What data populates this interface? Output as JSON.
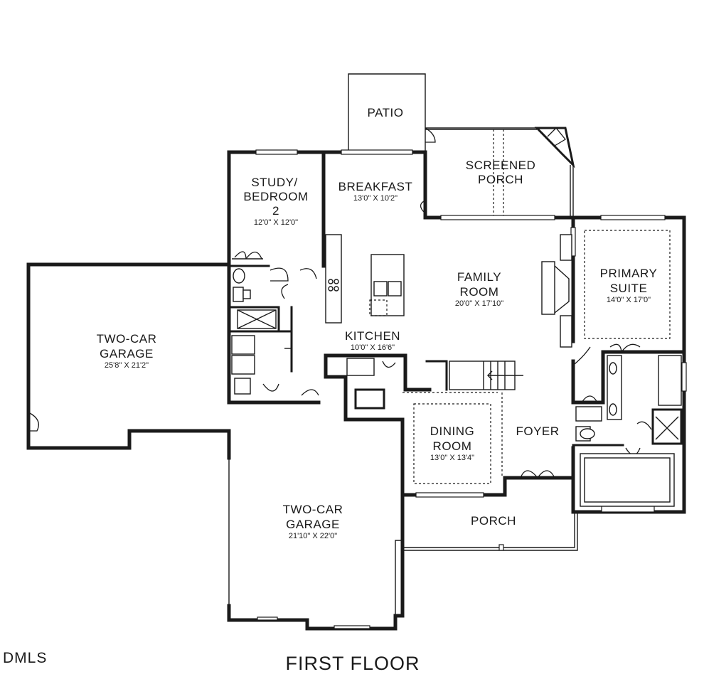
{
  "plan": {
    "caption": "FIRST FLOOR",
    "logo": "DMLS",
    "rooms": {
      "patio": {
        "name": "PATIO"
      },
      "screened_porch": {
        "name_line1": "SCREENED",
        "name_line2": "PORCH"
      },
      "study": {
        "name_line1": "STUDY/",
        "name_line2": "BEDROOM",
        "name_line3": "2",
        "dims": "12'0\" X 12'0\""
      },
      "breakfast": {
        "name": "BREAKFAST",
        "dims": "13'0\" X 10'2\""
      },
      "family_room": {
        "name_line1": "FAMILY",
        "name_line2": "ROOM",
        "dims": "20'0\" X 17'10\""
      },
      "primary_suite": {
        "name_line1": "PRIMARY",
        "name_line2": "SUITE",
        "dims": "14'0\" X 17'0\""
      },
      "kitchen": {
        "name": "KITCHEN",
        "dims": "10'0\" X 16'6\""
      },
      "garage_left": {
        "name_line1": "TWO-CAR",
        "name_line2": "GARAGE",
        "dims": "25'8\" X 21'2\""
      },
      "garage_front": {
        "name_line1": "TWO-CAR",
        "name_line2": "GARAGE",
        "dims": "21'10\" X 22'0\""
      },
      "dining": {
        "name_line1": "DINING",
        "name_line2": "ROOM",
        "dims": "13'0\" X 13'4\""
      },
      "foyer": {
        "name": "FOYER"
      },
      "porch": {
        "name": "PORCH"
      }
    }
  }
}
